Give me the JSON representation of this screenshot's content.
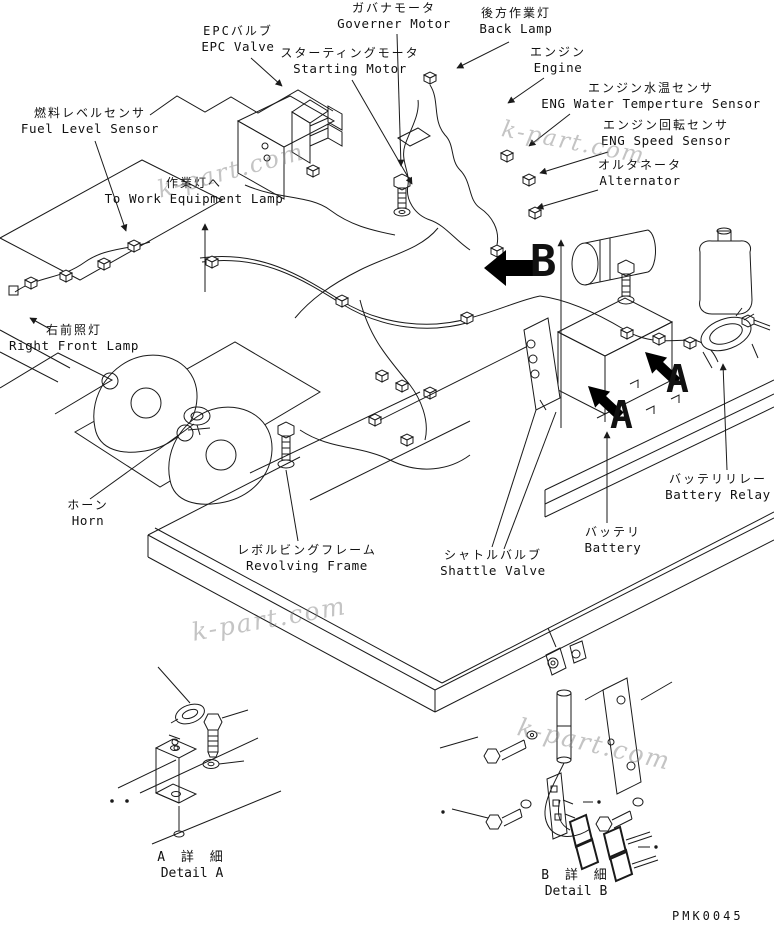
{
  "doc": {
    "part_number": "PMK0045",
    "watermark": "k-part.com"
  },
  "callouts": [
    {
      "id": "governor-motor",
      "jp": "ガバナモータ",
      "en": "Governer Motor"
    },
    {
      "id": "back-lamp",
      "jp": "後方作業灯",
      "en": "Back Lamp"
    },
    {
      "id": "epc-valve",
      "jp": "EPCバルブ",
      "en": "EPC Valve"
    },
    {
      "id": "starting-motor",
      "jp": "スターティングモータ",
      "en": "Starting Motor"
    },
    {
      "id": "engine",
      "jp": "エンジン",
      "en": "Engine"
    },
    {
      "id": "eng-water-temp-sensor",
      "jp": "エンジン水温センサ",
      "en": "ENG Water Temperture Sensor"
    },
    {
      "id": "eng-speed-sensor",
      "jp": "エンジン回転センサ",
      "en": "ENG Speed Sensor"
    },
    {
      "id": "alternator",
      "jp": "オルタネータ",
      "en": "Alternator"
    },
    {
      "id": "fuel-level-sensor",
      "jp": "燃料レベルセンサ",
      "en": "Fuel Level Sensor"
    },
    {
      "id": "to-work-equipment-lamp",
      "jp": "作業灯へ",
      "en": "To Work Equipment Lamp"
    },
    {
      "id": "right-front-lamp",
      "jp": "右前照灯",
      "en": "Right Front Lamp"
    },
    {
      "id": "horn",
      "jp": "ホーン",
      "en": "Horn"
    },
    {
      "id": "revolving-frame",
      "jp": "レボルビングフレーム",
      "en": "Revolving Frame"
    },
    {
      "id": "shattle-valve",
      "jp": "シャトルバルブ",
      "en": "Shattle Valve"
    },
    {
      "id": "battery",
      "jp": "バッテリ",
      "en": "Battery"
    },
    {
      "id": "battery-relay",
      "jp": "バッテリリレー",
      "en": "Battery Relay"
    }
  ],
  "view_markers": {
    "b": "B",
    "a1": "A",
    "a2": "A"
  },
  "details": {
    "a": {
      "jp": "A 詳 細",
      "en": "Detail A"
    },
    "b": {
      "jp": "B 詳 細",
      "en": "Detail B"
    }
  }
}
